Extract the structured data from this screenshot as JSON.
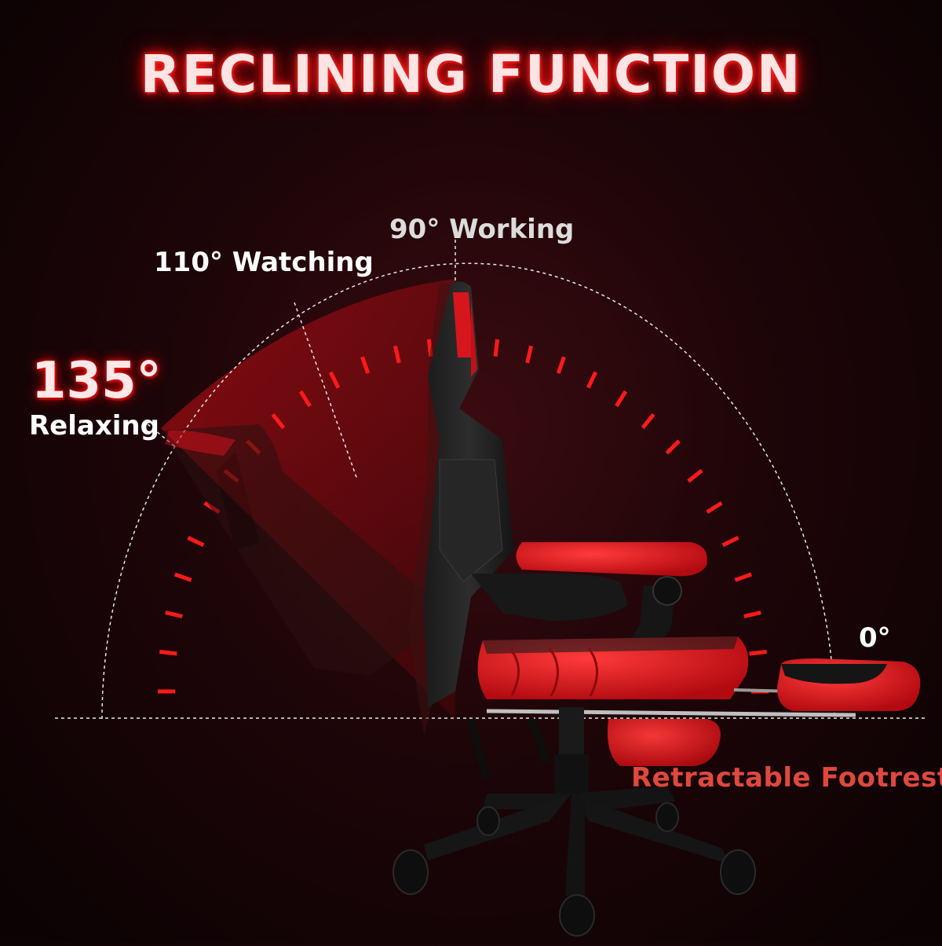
{
  "title": "RECLINING FUNCTION",
  "angles": {
    "working": "90° Working",
    "watching": "110° Watching",
    "relaxing_value": "135°",
    "relaxing_label": "Relaxing",
    "flat": "0°"
  },
  "feature": "Retractable Footrest",
  "colors": {
    "accent": "#ff1a1a",
    "background": "#1a0407",
    "chair_red": "#e3151c",
    "chair_black": "#141414",
    "feature_text": "#e0483e"
  }
}
